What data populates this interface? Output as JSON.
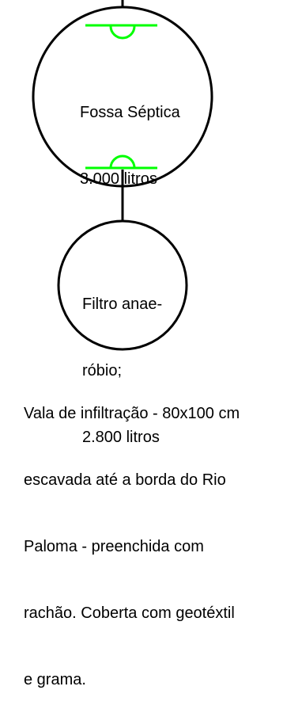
{
  "fossa": {
    "line1": "Fossa Séptica",
    "line2": "3.000 litros"
  },
  "filtro": {
    "line1": "Filtro anae-",
    "line2": "róbio;",
    "line3": "2.800 litros"
  },
  "vala": {
    "lines": [
      "Vala de infiltração - 80x100 cm",
      "escavada até a borda do Rio",
      "Paloma - preenchida com",
      "rachão. Coberta com geotéxtil",
      "e grama."
    ]
  },
  "colors": {
    "outline": "#000000",
    "fitting": "#00ff00"
  }
}
